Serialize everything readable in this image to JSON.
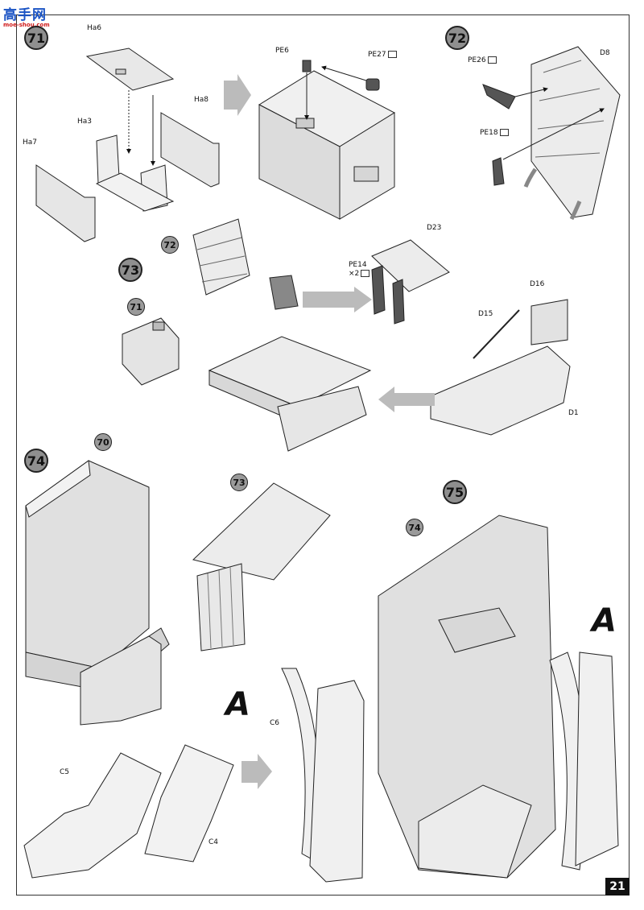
{
  "site_logo": {
    "main": "高手网",
    "sub": "moe-shou.com"
  },
  "page_number": "21",
  "steps": {
    "s71": "71",
    "s72": "72",
    "s73": "73",
    "s74": "74",
    "s75": "75"
  },
  "refs": {
    "r72": "72",
    "r71": "71",
    "r70": "70",
    "r73": "73",
    "r74": "74"
  },
  "labels": {
    "ha6": "Ha6",
    "ha3": "Ha3",
    "ha8": "Ha8",
    "ha7": "Ha7",
    "pe6": "PE6",
    "pe27": "PE27",
    "pe26": "PE26",
    "pe18": "PE18",
    "d8": "D8",
    "d23": "D23",
    "pe14": "PE14",
    "pe14_qty": "×2",
    "d16": "D16",
    "d15": "D15",
    "d1": "D1",
    "c6": "C6",
    "c5": "C5",
    "c4": "C4"
  },
  "callouts": {
    "a1": "A",
    "a2": "A"
  }
}
